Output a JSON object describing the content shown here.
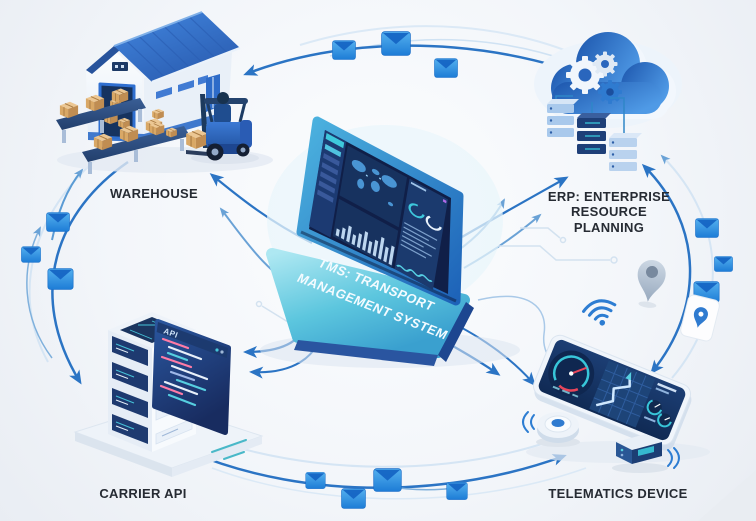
{
  "meta": {
    "type": "isometric logistics infographic",
    "subject": "Transport Management System ecosystem"
  },
  "center_node": {
    "id": "tms",
    "label_line1": "TMS: TRANSPORT",
    "label_line2": "MANAGEMENT SYSTEM"
  },
  "nodes": [
    {
      "id": "warehouse",
      "label": "WAREHOUSE"
    },
    {
      "id": "erp",
      "label": "ERP: ENTERPRISE\nRESOURCE\nPLANNING"
    },
    {
      "id": "carrier_api",
      "label": "CARRIER API",
      "code_window_tab": "API"
    },
    {
      "id": "telematics",
      "label": "TELEMATICS DEVICE"
    }
  ],
  "flows": [
    {
      "from": "ERP",
      "to": "Warehouse",
      "via": "top arc",
      "message_icons": 3
    },
    {
      "from": "Warehouse",
      "to": "Carrier API",
      "via": "left arc",
      "message_icons": 3
    },
    {
      "from": "Carrier API",
      "to": "Telematics Device",
      "via": "bottom arc",
      "message_icons": 4
    },
    {
      "from": "Telematics Device",
      "to": "ERP",
      "via": "right arc",
      "bidirectional": true,
      "message_icons": 3
    },
    {
      "from": "TMS",
      "to": "Warehouse"
    },
    {
      "from": "TMS",
      "to": "ERP"
    },
    {
      "from": "TMS",
      "to": "Carrier API"
    },
    {
      "from": "TMS",
      "to": "Telematics Device"
    }
  ],
  "icons": [
    "warehouse-icon",
    "forklift-icon",
    "conveyor-icon",
    "package-icon",
    "cloud-icon",
    "gear-icon",
    "server-stack-icon",
    "code-window-icon",
    "laptop-icon",
    "dashboard-icon",
    "message-icon",
    "speedometer-icon",
    "map-icon",
    "location-pin-icon",
    "wifi-icon",
    "gps-tracker-icon",
    "beacon-icon"
  ],
  "palette": {
    "background": "#f3f6fa",
    "arrow_dark": "#2b74c4",
    "arrow_mid": "#6aa2d6",
    "arrow_light": "#a9c9e8",
    "envelope_body": "#3aa0ea",
    "envelope_fold": "#1565c4",
    "label_text": "#262b33",
    "cloud_blue": "#2059b1",
    "roof_blue": "#3575d2",
    "screen_navy": "#13254f",
    "accent_teal": "#38c6d9",
    "code_pink": "#ff7ba6"
  }
}
